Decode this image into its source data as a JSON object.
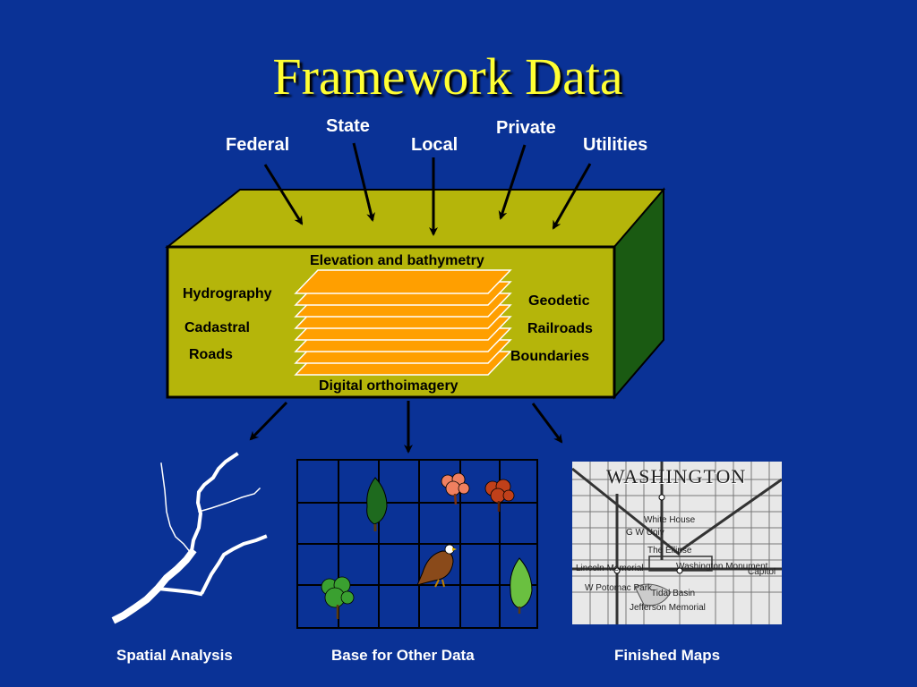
{
  "title": "Framework Data",
  "sources": {
    "federal": "Federal",
    "state": "State",
    "local": "Local",
    "private": "Private",
    "utilities": "Utilities"
  },
  "box": {
    "elevation": "Elevation and bathymetry",
    "hydrography": "Hydrography",
    "cadastral": "Cadastral",
    "roads": "Roads",
    "geodetic": "Geodetic",
    "railroads": "Railroads",
    "boundaries": "Boundaries",
    "orthoimagery": "Digital orthoimagery"
  },
  "outputs": {
    "spatial_analysis": "Spatial Analysis",
    "base_other_data": "Base for Other Data",
    "finished_maps": "Finished Maps"
  },
  "map": {
    "title": "WASHINGTON",
    "labels": [
      "White House",
      "The Ellipse",
      "Washington Monument",
      "Tidal Basin",
      "Jefferson Memorial",
      "Lincoln Memorial",
      "W Potomac Park",
      "G W Univ",
      "Capitol"
    ]
  },
  "colors": {
    "background": "#0a3296",
    "title": "#ffff33",
    "box_face": "#b5b50a",
    "box_side": "#1a5a12",
    "layers": "#ff9f00"
  }
}
